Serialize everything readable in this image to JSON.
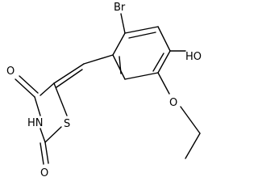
{
  "structure": {
    "atoms": {
      "br": "Br",
      "oh": "HO",
      "ring_o_upper": "O",
      "ring_o_lower": "O",
      "nh": "HN",
      "s": "S",
      "ether_o": "O"
    }
  }
}
